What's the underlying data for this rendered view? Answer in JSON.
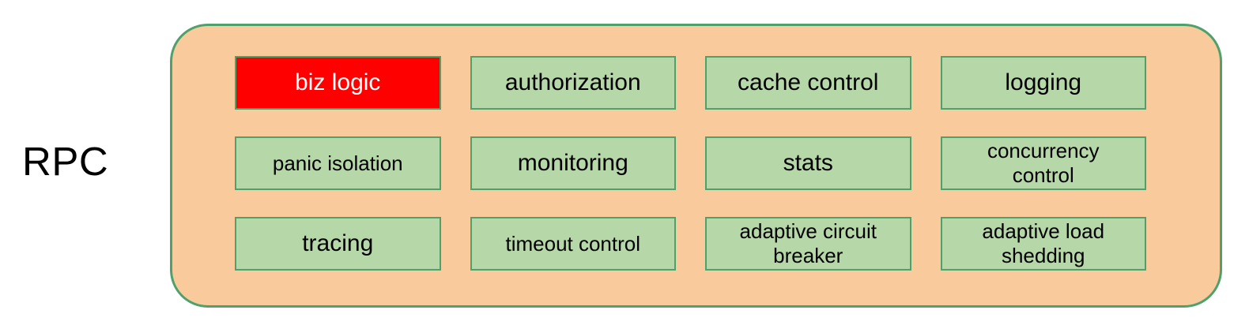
{
  "diagram": {
    "side_label": "RPC",
    "colors": {
      "container_fill": "#F9CB9C",
      "container_border": "#4EA16B",
      "box_fill": "#B6D7A8",
      "box_border": "#4EA16B",
      "highlight_fill": "#FF0000",
      "highlight_text": "#FFFFFF",
      "text": "#000000"
    },
    "boxes": [
      {
        "label": "biz logic",
        "highlighted": true,
        "text_size": "large"
      },
      {
        "label": "authorization",
        "highlighted": false,
        "text_size": "large"
      },
      {
        "label": "cache control",
        "highlighted": false,
        "text_size": "large"
      },
      {
        "label": "logging",
        "highlighted": false,
        "text_size": "large"
      },
      {
        "label": "panic isolation",
        "highlighted": false,
        "text_size": "small"
      },
      {
        "label": "monitoring",
        "highlighted": false,
        "text_size": "large"
      },
      {
        "label": "stats",
        "highlighted": false,
        "text_size": "large"
      },
      {
        "label": "concurrency\ncontrol",
        "highlighted": false,
        "text_size": "small"
      },
      {
        "label": "tracing",
        "highlighted": false,
        "text_size": "large"
      },
      {
        "label": "timeout control",
        "highlighted": false,
        "text_size": "small"
      },
      {
        "label": "adaptive circuit\nbreaker",
        "highlighted": false,
        "text_size": "small"
      },
      {
        "label": "adaptive load\nshedding",
        "highlighted": false,
        "text_size": "small"
      }
    ]
  }
}
